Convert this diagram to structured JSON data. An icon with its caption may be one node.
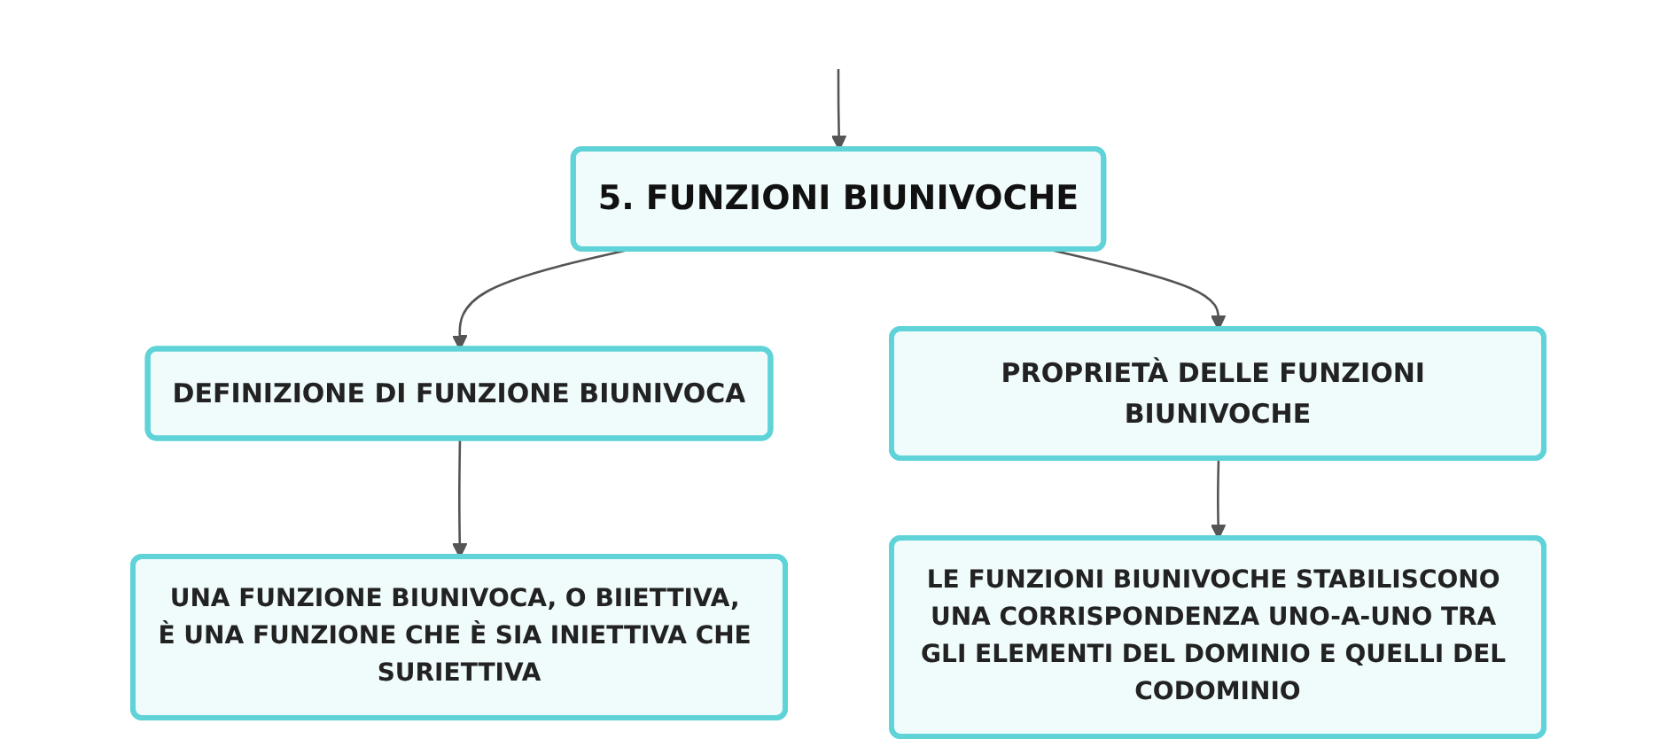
{
  "diagram": {
    "nodes": [
      {
        "text": [
          "5. FUNZIONI BIUNIVOCHE"
        ]
      },
      {
        "text": [
          "DEFINIZIONE DI FUNZIONE BIUNIVOCA"
        ]
      },
      {
        "text": [
          "PROPRIETÀ DELLE FUNZIONI BIUNIVOCHE"
        ]
      },
      {
        "text": [
          "UNA FUNZIONE BIUNIVOCA, O BIIETTIVA, È UNA FUNZIONE CHE È SIA INIETTIVA CHE SURIETTIVA"
        ]
      },
      {
        "text": [
          "LE FUNZIONI BIUNIVOCHE STABILISCONO UNA CORRISPONDENZA UNO-A-UNO TRA GLI ELEMENTI DEL DOMINIO E QUELLI DEL CODOMINIO"
        ]
      }
    ],
    "edges": [
      {
        "from": null,
        "to": 0,
        "arrow": "to"
      },
      {
        "from": 0,
        "to": 1,
        "arrow": "to"
      },
      {
        "from": 0,
        "to": 2,
        "arrow": "to"
      },
      {
        "from": 1,
        "to": 3,
        "arrow": "to"
      },
      {
        "from": 2,
        "to": 4,
        "arrow": "to"
      }
    ]
  }
}
